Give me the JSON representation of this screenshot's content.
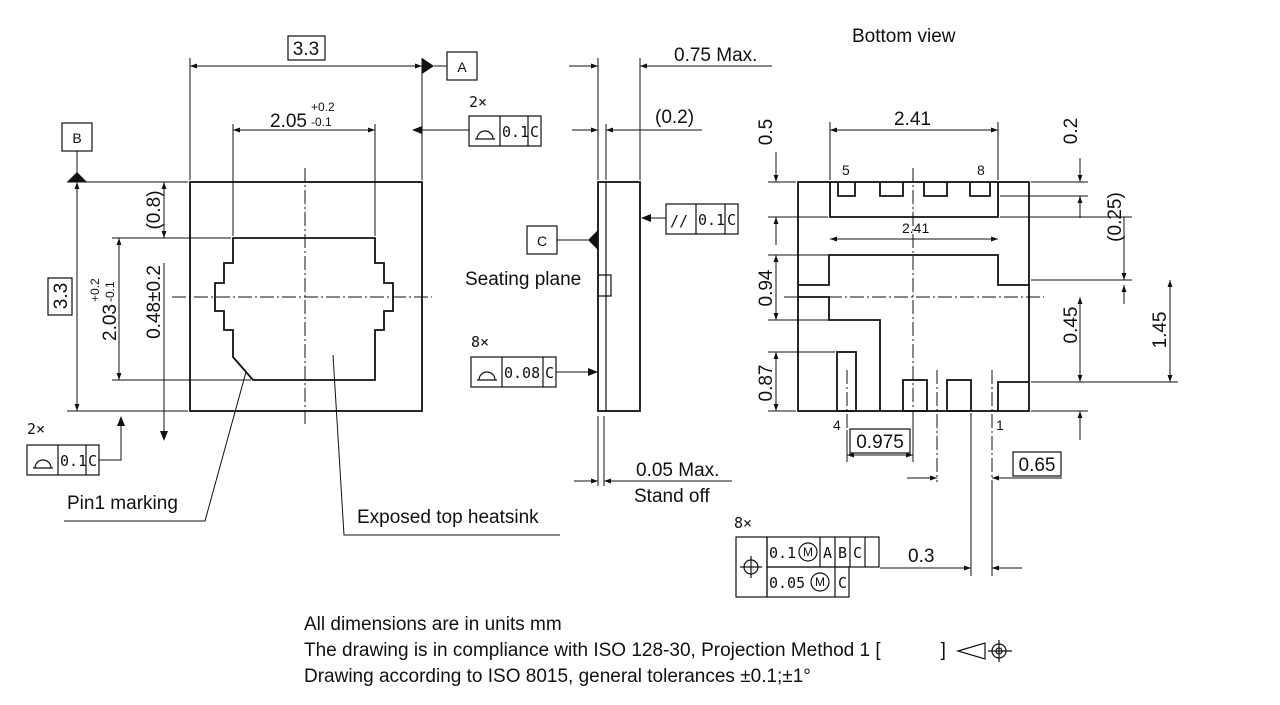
{
  "top_view": {
    "width": "3.3",
    "height": "3.3",
    "pad_width_base": "2.05",
    "pad_width_tol_plus": "+0.2",
    "pad_width_tol_minus": "-0.1",
    "pad_height_base": "2.03",
    "pad_height_tol_plus": "+0.2",
    "pad_height_tol_minus": "-0.1",
    "offset": "(0.8)",
    "center_dim": "0.48±0.2",
    "datum_a": "A",
    "datum_b": "B",
    "fcf_count": "2×",
    "fcf_value": "0.1",
    "fcf_datum": "C",
    "pin1_label": "Pin1 marking",
    "heatsink_label": "Exposed top heatsink"
  },
  "side_view": {
    "max_height": "0.75 Max.",
    "paren_dim": "(0.2)",
    "count_top": "2×",
    "fcf_top_value": "0.1",
    "fcf_top_datum": "C",
    "parallel_symbol": "//",
    "parallel_value": "0.1",
    "parallel_datum": "C",
    "datum_c": "C",
    "seating_plane": "Seating plane",
    "count_bottom": "8×",
    "fcf_bottom_value": "0.08",
    "fcf_bottom_datum": "C",
    "standoff_value": "0.05 Max.",
    "standoff_label": "Stand off"
  },
  "bottom_view": {
    "title": "Bottom view",
    "width_top": "2.41",
    "width_inner": "2.41",
    "left_top": "0.5",
    "right_top": "0.2",
    "right_paren": "(0.25)",
    "left_mid": "0.94",
    "right_mid": "0.45",
    "right_full": "1.45",
    "left_low": "0.87",
    "pitch_boxed": "0.975",
    "pitch_right": "0.65",
    "pad_width": "0.3",
    "pin_5": "5",
    "pin_8": "8",
    "pin_4": "4",
    "pin_1": "1",
    "fcf_count": "8×",
    "fcf_row1_value": "0.1",
    "fcf_row1_mod": "M",
    "fcf_row1_datum_a": "A",
    "fcf_row1_datum_b": "B",
    "fcf_row1_datum_c": "C",
    "fcf_row2_value": "0.05",
    "fcf_row2_mod": "M",
    "fcf_row2_datum": "C"
  },
  "notes": {
    "line1": "All dimensions are in units mm",
    "line2": "The drawing is in compliance with ISO 128-30, Projection Method 1 [",
    "line2_end": "]",
    "line3": "Drawing according to ISO 8015, general tolerances ±0.1;±1°"
  }
}
